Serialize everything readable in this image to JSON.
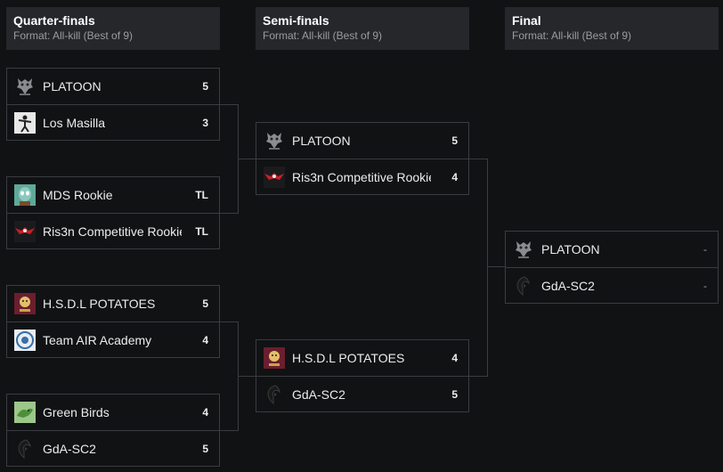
{
  "rounds": [
    {
      "title": "Quarter-finals",
      "format": "Format: All-kill (Best of 9)"
    },
    {
      "title": "Semi-finals",
      "format": "Format: All-kill (Best of 9)"
    },
    {
      "title": "Final",
      "format": "Format: All-kill (Best of 9)"
    }
  ],
  "matches": {
    "qf1": {
      "team1": {
        "name": "PLATOON",
        "score": "5",
        "logo": "platoon-logo"
      },
      "team2": {
        "name": "Los Masilla",
        "score": "3",
        "logo": "los-masilla-logo"
      }
    },
    "qf2": {
      "team1": {
        "name": "MDS Rookie",
        "score": "TL",
        "logo": "mds-rookie-logo"
      },
      "team2": {
        "name": "Ris3n Competitive Rookie",
        "score": "TL",
        "logo": "ris3n-logo"
      }
    },
    "qf3": {
      "team1": {
        "name": "H.S.D.L POTATOES",
        "score": "5",
        "logo": "hsdl-potatoes-logo"
      },
      "team2": {
        "name": "Team AIR Academy",
        "score": "4",
        "logo": "team-air-logo"
      }
    },
    "qf4": {
      "team1": {
        "name": "Green Birds",
        "score": "4",
        "logo": "green-birds-logo"
      },
      "team2": {
        "name": "GdA-SC2",
        "score": "5",
        "logo": "gda-sc2-logo"
      }
    },
    "sf1": {
      "team1": {
        "name": "PLATOON",
        "score": "5",
        "logo": "platoon-logo"
      },
      "team2": {
        "name": "Ris3n Competitive Rookie",
        "score": "4",
        "logo": "ris3n-logo"
      }
    },
    "sf2": {
      "team1": {
        "name": "H.S.D.L POTATOES",
        "score": "4",
        "logo": "hsdl-potatoes-logo"
      },
      "team2": {
        "name": "GdA-SC2",
        "score": "5",
        "logo": "gda-sc2-logo"
      }
    },
    "final": {
      "team1": {
        "name": "PLATOON",
        "score": "-",
        "logo": "platoon-logo"
      },
      "team2": {
        "name": "GdA-SC2",
        "score": "-",
        "logo": "gda-sc2-logo"
      }
    }
  },
  "colors": {
    "background": "#111214",
    "header_bg": "#25272b",
    "border": "#3a3c41",
    "muted_text": "#9a9ca2"
  }
}
